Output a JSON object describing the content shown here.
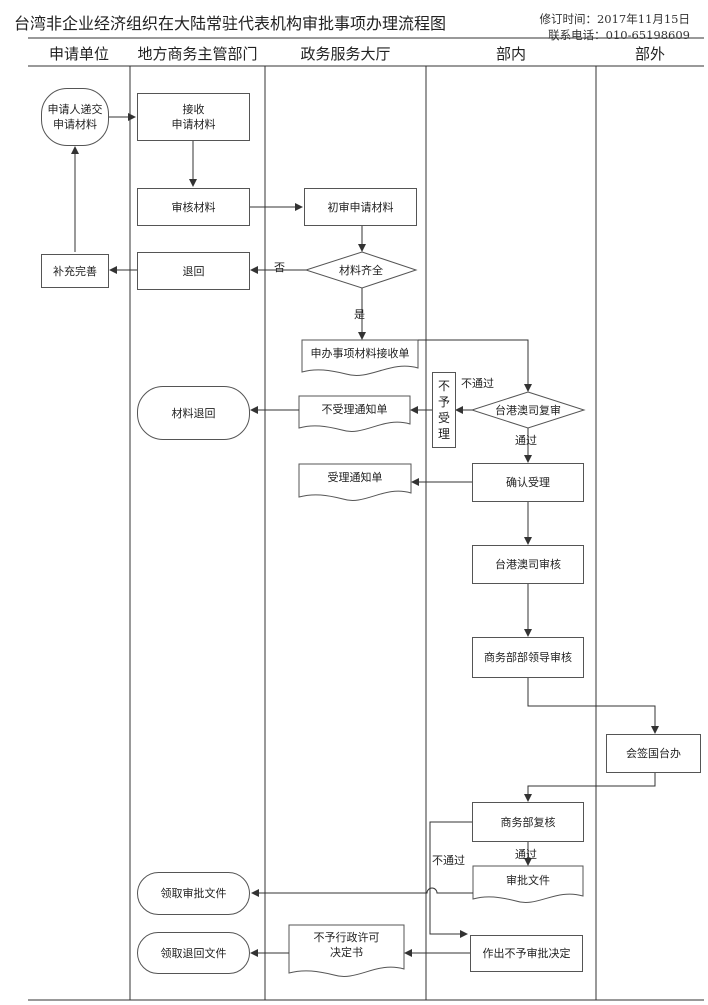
{
  "title": "台湾非企业经济组织在大陆常驻代表机构审批事项办理流程图",
  "revision_date": "修订时间：2017年11月15日",
  "contact_phone": "联系电话：010-65198609",
  "lanes": [
    "申请单位",
    "地方商务主管部门",
    "政务服务大厅",
    "部内",
    "部外"
  ],
  "nodes": {
    "submit": {
      "line1": "申请人递交",
      "line2": "申请材料"
    },
    "receive": {
      "line1": "接收",
      "line2": "申请材料"
    },
    "review_materials": "审核材料",
    "initial_review": "初审申请材料",
    "materials_complete": "材料齐全",
    "return": "退回",
    "supplement": "补充完善",
    "receipt_form": "申办事项材料接收单",
    "taiwan_recheck": "台港澳司复审",
    "not_accepted": [
      "不",
      "予",
      "受",
      "理"
    ],
    "non_acceptance_notice": "不受理通知单",
    "materials_returned": "材料退回",
    "confirm_acceptance": "确认受理",
    "acceptance_notice": "受理通知单",
    "taiwan_review": "台港澳司审核",
    "ministry_leader_review": "商务部部领导审核",
    "countersign": "会签国台办",
    "ministry_recheck": "商务部复核",
    "approval_document": "审批文件",
    "collect_approval": "领取审批文件",
    "reject_decision": "作出不予审批决定",
    "no_permit_decision": {
      "line1": "不予行政许可",
      "line2": "决定书"
    },
    "collect_return": "领取退回文件"
  },
  "edge_labels": {
    "no": "否",
    "yes": "是",
    "not_passed_1": "不通过",
    "passed_1": "通过",
    "passed_2": "通过",
    "not_passed_2": "不通过"
  }
}
